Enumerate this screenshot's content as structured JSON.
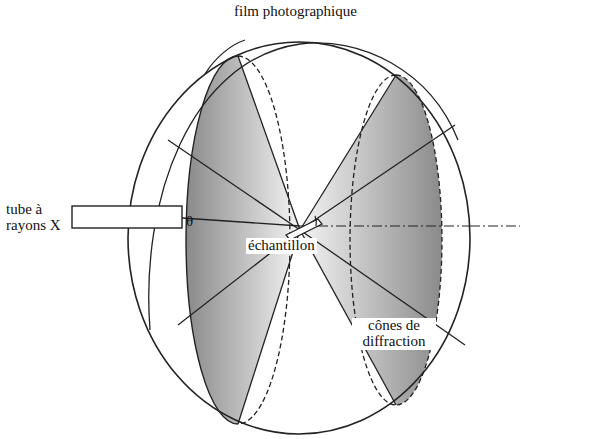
{
  "diagram": {
    "labels": [
      "film photographique",
      "tube à rayons X",
      "θ",
      "échantillon",
      "cônes de diffraction"
    ]
  }
}
